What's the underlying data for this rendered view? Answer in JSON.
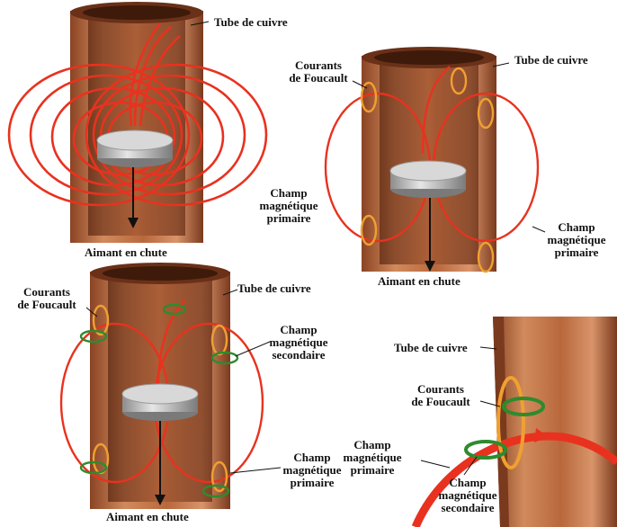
{
  "colors": {
    "copper_dark": "#7a3a1e",
    "copper": "#c8784a",
    "copper_light": "#e3a27a",
    "field_primary": "#e8321f",
    "eddy_current": "#f0a030",
    "field_secondary": "#2e8b2e",
    "magnet": "#b8b8b8",
    "text": "#111111"
  },
  "labels": {
    "tube": "Tube de cuivre",
    "magnet_fall": "Aimant en chute",
    "eddy_1": "Courants",
    "eddy_2": "de Foucault",
    "primary_1": "Champ",
    "primary_2": "magnétique",
    "primary_3": "primaire",
    "secondary_1": "Champ",
    "secondary_2": "magnétique",
    "secondary_3": "secondaire"
  }
}
